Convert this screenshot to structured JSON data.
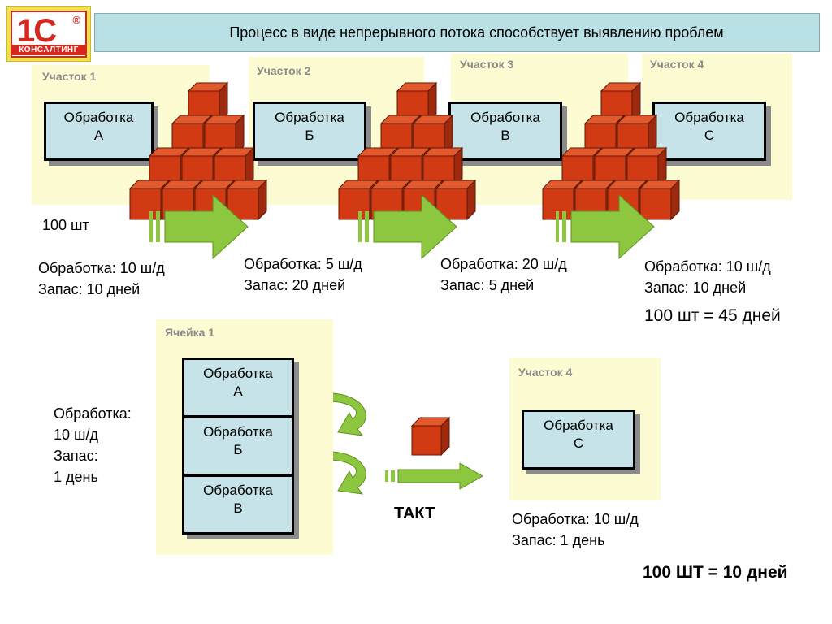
{
  "logo": {
    "brand": "1С",
    "registered": "®",
    "sub": "КОНСАЛТИНГ"
  },
  "title": "Процесс в виде непрерывного потока способствует выявлению проблем",
  "top": {
    "areas": [
      {
        "label": "Участок 1",
        "process": [
          "Обработка",
          "А"
        ],
        "rate": "Обработка: 10 ш/д",
        "stock": "Запас: 10 дней"
      },
      {
        "label": "Участок 2",
        "process": [
          "Обработка",
          "Б"
        ],
        "rate": "Обработка: 5 ш/д",
        "stock": "Запас: 20 дней"
      },
      {
        "label": "Участок 3",
        "process": [
          "Обработка",
          "В"
        ],
        "rate": "Обработка: 20 ш/д",
        "stock": "Запас: 5 дней"
      },
      {
        "label": "Участок 4",
        "process": [
          "Обработка",
          "С"
        ],
        "rate": "Обработка: 10 ш/д",
        "stock": "Запас: 10 дней"
      }
    ],
    "batch": "100 шт",
    "total": "100 шт = 45 дней"
  },
  "bottom": {
    "cell_label": "Ячейка 1",
    "cell_processes": [
      [
        "Обработка",
        "А"
      ],
      [
        "Обработка",
        "Б"
      ],
      [
        "Обработка",
        "В"
      ]
    ],
    "cell_note": [
      "Обработка:",
      "10 ш/д",
      "Запас:",
      "1 день"
    ],
    "takt": "ТАКТ",
    "area4_label": "Участок 4",
    "area4_process": [
      "Обработка",
      "С"
    ],
    "area4_rate": "Обработка: 10 ш/д",
    "area4_stock": "Запас: 1 день",
    "total": "100 ШТ = 10 дней"
  },
  "colors": {
    "cube_front": "#d23a14",
    "cube_top": "#e3582c",
    "cube_side": "#9c2a0e",
    "arrow": "#8dc63f",
    "banner": "#b9e0e5",
    "area": "#fdfbd2",
    "process": "#c5e3e8"
  }
}
